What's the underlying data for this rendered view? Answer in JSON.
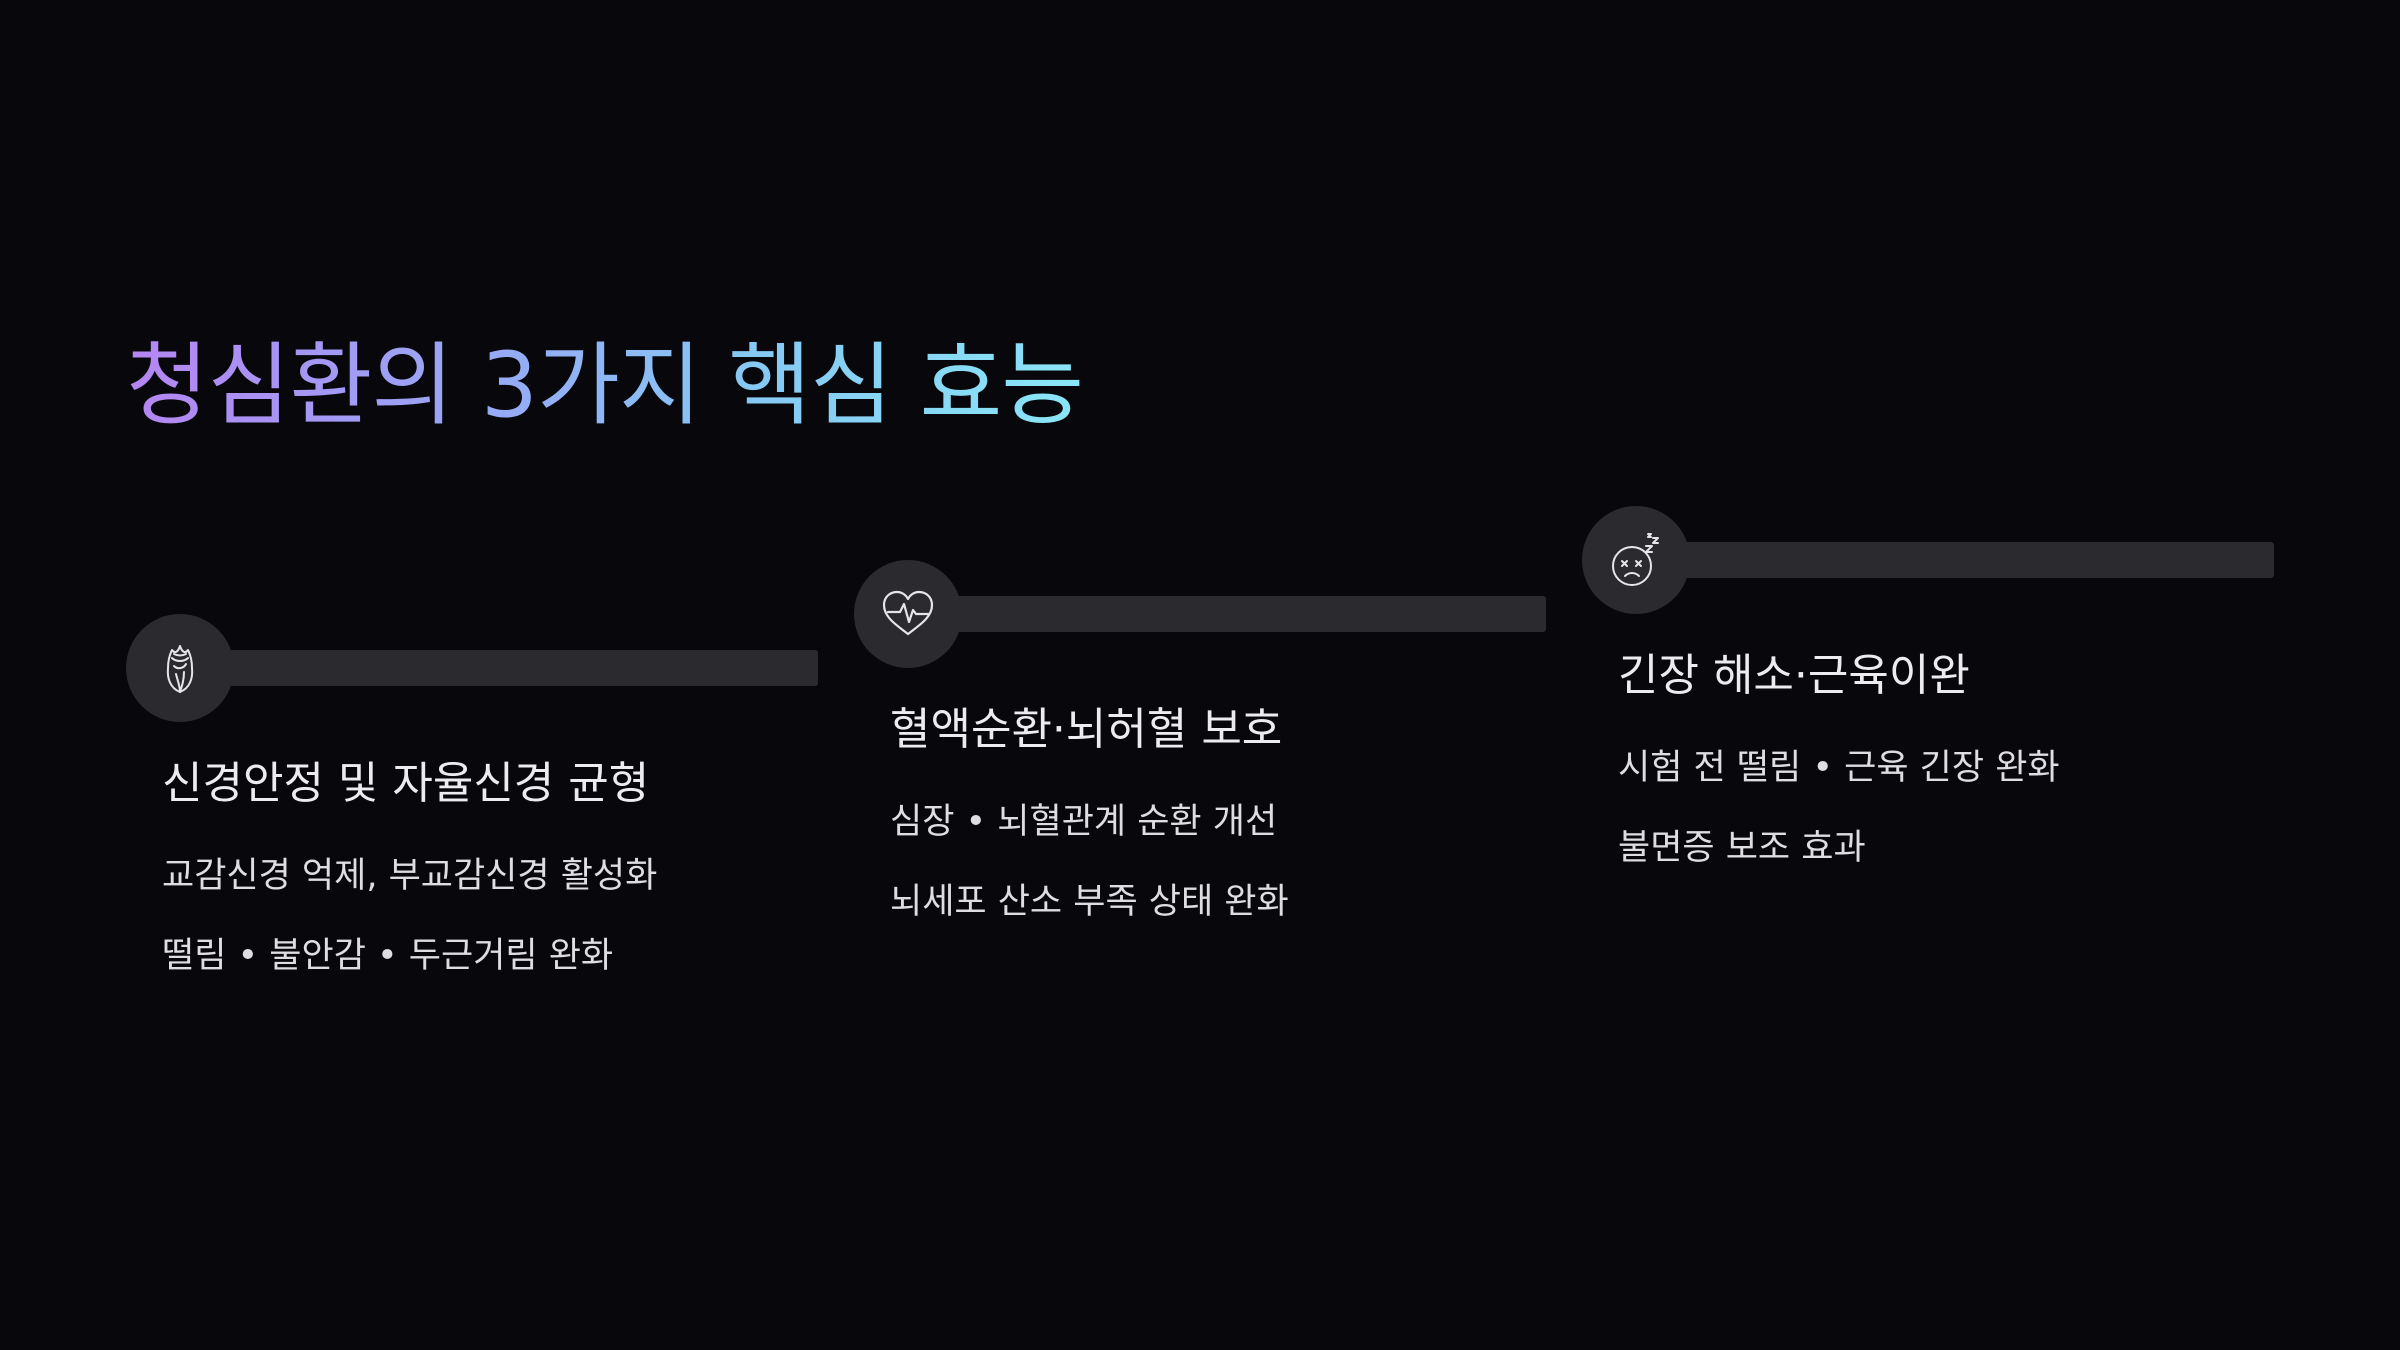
{
  "title": "청심환의 3가지 핵심 효능",
  "cards": [
    {
      "icon": "flower-bud-icon",
      "heading": "신경안정 및 자율신경 균형",
      "lines": [
        "교감신경 억제, 부교감신경 활성화",
        "떨림 • 불안감 • 두근거림 완화"
      ]
    },
    {
      "icon": "heart-pulse-icon",
      "heading": "혈액순환·뇌허혈 보호",
      "lines": [
        "심장 • 뇌혈관계 순환 개선",
        "뇌세포 산소 부족 상태 완화"
      ]
    },
    {
      "icon": "sleepy-face-icon",
      "heading": "긴장 해소·근육이완",
      "lines": [
        "시험 전 떨림 • 근육 긴장 완화",
        "불면증 보조 효과"
      ]
    }
  ]
}
